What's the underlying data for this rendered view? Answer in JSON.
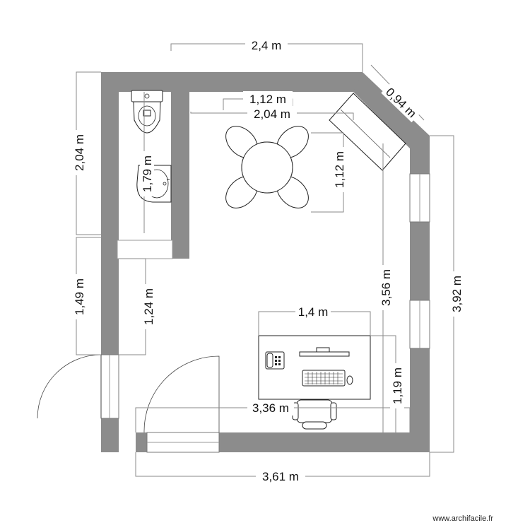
{
  "plan": {
    "dimensions": {
      "top_width": "2,4 m",
      "diagonal_wall": "0,94 m",
      "table_width": "1,12 m",
      "room_top_width": "2,04 m",
      "left_upper_height": "2,04 m",
      "bathroom_height": "1,79 m",
      "table_height": "1,12 m",
      "left_lower_height": "1,49 m",
      "entrance_height": "1,24 m",
      "desk_width": "1,4 m",
      "right_inner_height": "3,56 m",
      "right_outer_height": "3,92 m",
      "desk_depth": "1,19 m",
      "inner_bottom_width": "3,36 m",
      "outer_bottom_width": "3,61 m"
    }
  },
  "footer": {
    "credit": "www.archifacile.fr"
  }
}
